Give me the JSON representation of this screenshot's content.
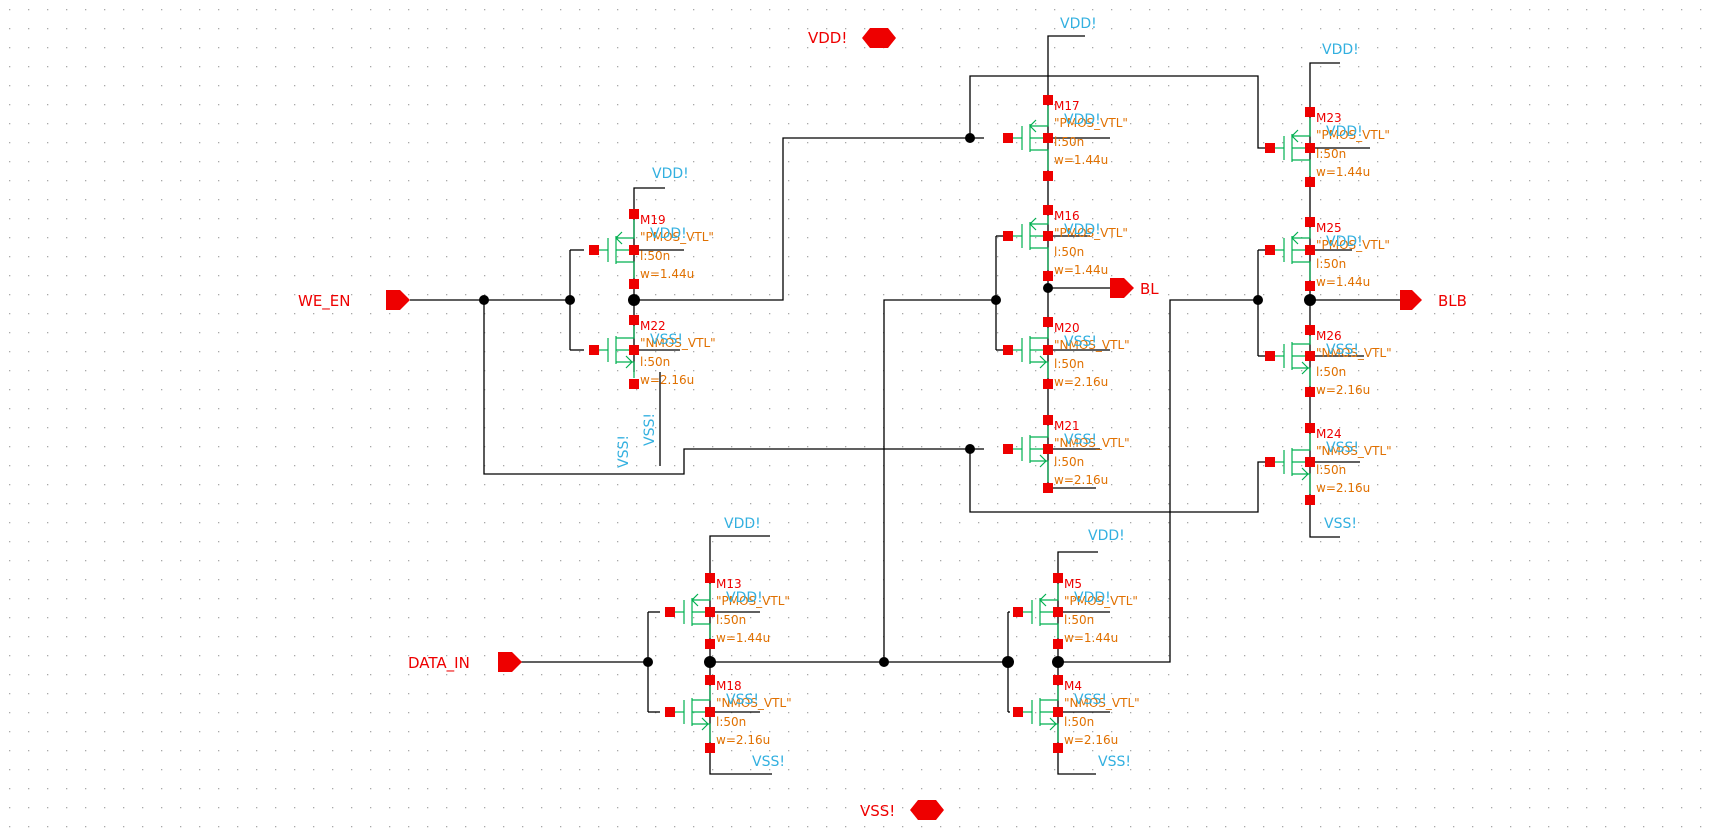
{
  "pins": {
    "we_en": "WE_EN",
    "data_in": "DATA_IN",
    "bl": "BL",
    "blb": "BLB",
    "vdd_global": "VDD!",
    "vss_global": "VSS!"
  },
  "devices": [
    {
      "id": "M17",
      "name": "M17",
      "model": "\"PMOS_VTL\"",
      "l": "l:50n",
      "w": "w=1.44u",
      "type": "pmos",
      "body": "VDD!"
    },
    {
      "id": "M16",
      "name": "M16",
      "model": "\"PMOS_VTL\"",
      "l": "l:50n",
      "w": "w=1.44u",
      "type": "pmos",
      "body": "VDD!"
    },
    {
      "id": "M20",
      "name": "M20",
      "model": "\"NMOS_VTL\"",
      "l": "l:50n",
      "w": "w=2.16u",
      "type": "nmos",
      "body": "VSS!"
    },
    {
      "id": "M21",
      "name": "M21",
      "model": "\"NMOS_VTL\"",
      "l": "l:50n",
      "w": "w=2.16u",
      "type": "nmos",
      "body": "VSS!"
    },
    {
      "id": "M23",
      "name": "M23",
      "model": "\"PMOS_VTL\"",
      "l": "l:50n",
      "w": "w=1.44u",
      "type": "pmos",
      "body": "VDD!"
    },
    {
      "id": "M25",
      "name": "M25",
      "model": "\"PMOS_VTL\"",
      "l": "l:50n",
      "w": "w=1.44u",
      "type": "pmos",
      "body": "VDD!"
    },
    {
      "id": "M26",
      "name": "M26",
      "model": "\"NMOS_VTL\"",
      "l": "l:50n",
      "w": "w=2.16u",
      "type": "nmos",
      "body": "VSS!"
    },
    {
      "id": "M24",
      "name": "M24",
      "model": "\"NMOS_VTL\"",
      "l": "l:50n",
      "w": "w=2.16u",
      "type": "nmos",
      "body": "VSS!"
    },
    {
      "id": "M19",
      "name": "M19",
      "model": "\"PMOS_VTL\"",
      "l": "l:50n",
      "w": "w=1.44u",
      "type": "pmos",
      "body": "VDD!"
    },
    {
      "id": "M22",
      "name": "M22",
      "model": "\"NMOS_VTL\"",
      "l": "l:50n",
      "w": "w=2.16u",
      "type": "nmos",
      "body": "VSS!"
    },
    {
      "id": "M13",
      "name": "M13",
      "model": "\"PMOS_VTL\"",
      "l": "l:50n",
      "w": "w=1.44u",
      "type": "pmos",
      "body": "VDD!"
    },
    {
      "id": "M18",
      "name": "M18",
      "model": "\"NMOS_VTL\"",
      "l": "l:50n",
      "w": "w=2.16u",
      "type": "nmos",
      "body": "VSS!"
    },
    {
      "id": "M5",
      "name": "M5",
      "model": "\"PMOS_VTL\"",
      "l": "l:50n",
      "w": "w=1.44u",
      "type": "pmos",
      "body": "VDD!"
    },
    {
      "id": "M4",
      "name": "M4",
      "model": "\"NMOS_VTL\"",
      "l": "l:50n",
      "w": "w=2.16u",
      "type": "nmos",
      "body": "VSS!"
    }
  ],
  "supplies": {
    "vdd": "VDD!",
    "vss": "VSS!"
  },
  "colors": {
    "wire": "#000000",
    "device": "#00b050",
    "terminal": "#ee0000",
    "device_label": "#ee0000",
    "property_label": "#e07000",
    "net_label": "#33b0e0",
    "grid_dot": "#a8a8a8"
  }
}
